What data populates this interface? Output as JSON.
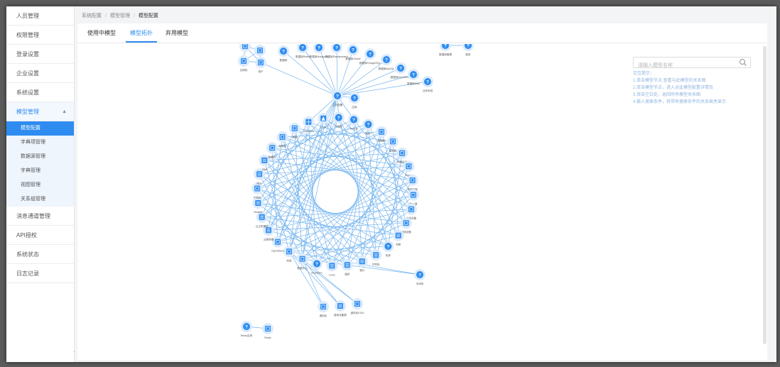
{
  "sidebar": {
    "items": [
      {
        "label": "人员管理"
      },
      {
        "label": "权限管理"
      },
      {
        "label": "登录设置"
      },
      {
        "label": "企业设置"
      },
      {
        "label": "系统设置"
      },
      {
        "label": "模型管理"
      },
      {
        "label": "消息通道管理"
      },
      {
        "label": "API授权"
      },
      {
        "label": "系统状态"
      },
      {
        "label": "日志记录"
      }
    ],
    "submenu": [
      {
        "label": "模型配置"
      },
      {
        "label": "字典项管理"
      },
      {
        "label": "数据源管理"
      },
      {
        "label": "字典管理"
      },
      {
        "label": "视图管理"
      },
      {
        "label": "关系组管理"
      }
    ],
    "collapse_icon": "chevron-left"
  },
  "breadcrumb": {
    "items": [
      "系统配置",
      "模型管理",
      "模型配置"
    ]
  },
  "tabs": [
    {
      "label": "使用中模型"
    },
    {
      "label": "模型拓扑"
    },
    {
      "label": "弃用模型"
    }
  ],
  "search": {
    "placeholder": "请输入模型名称"
  },
  "help": {
    "title": "交互提示：",
    "lines": [
      "1.单击模型节点,查看与此模型的关系图",
      "2.双击模型节点，进入对此模型配置详情页",
      "3.双击空白处，返回所有模型关系图",
      "4.输入搜索条件，将带有搜索条件的关系高亮显示"
    ]
  },
  "colors": {
    "accent": "#2e8cf0",
    "node": "#2d8cf0",
    "halo": "#dbeafc",
    "edge": "#74b4ef"
  },
  "graph": {
    "nodes": [
      {
        "id": "h",
        "icon": "question",
        "label": "主机配置"
      },
      {
        "id": "s0",
        "icon": "server",
        "label": ""
      },
      {
        "id": "s1",
        "icon": "cloud",
        "label": "存储"
      },
      {
        "id": "s2",
        "icon": "snowflake",
        "label": "交换机"
      },
      {
        "id": "s3",
        "icon": "users",
        "label": "用户"
      },
      {
        "id": "t0",
        "icon": "question",
        "label": "数据库"
      },
      {
        "id": "t1",
        "icon": "question",
        "label": "数据库Redis"
      },
      {
        "id": "t2",
        "icon": "question",
        "label": "数据库MongoDB"
      },
      {
        "id": "t3",
        "icon": "question",
        "label": "数据库Elasticsearch"
      },
      {
        "id": "t4",
        "icon": "question",
        "label": "数据库Oracle"
      },
      {
        "id": "t5",
        "icon": "question",
        "label": "数据库PostgreSQL"
      },
      {
        "id": "t6",
        "icon": "question",
        "label": "数据库MySQL"
      },
      {
        "id": "t7",
        "icon": "question",
        "label": "数据库SQLServer"
      },
      {
        "id": "t8",
        "icon": "question",
        "label": "数据库DB2"
      },
      {
        "id": "u0",
        "icon": "question",
        "label": "业务系统"
      },
      {
        "id": "u1",
        "icon": "question",
        "label": "应用"
      },
      {
        "id": "c0",
        "icon": "windows",
        "label": "Windows"
      },
      {
        "id": "c1",
        "icon": "linux",
        "label": "Linux"
      },
      {
        "id": "c2",
        "icon": "question",
        "label": "中间件"
      },
      {
        "id": "c3",
        "icon": "question",
        "label": "Tomcat"
      },
      {
        "id": "c4",
        "icon": "question",
        "label": "Nginx"
      },
      {
        "id": "c5",
        "icon": "server",
        "label": "物理机"
      },
      {
        "id": "c6",
        "icon": "monitor",
        "label": "虚拟机"
      },
      {
        "id": "c7",
        "icon": "database",
        "label": "存储设备"
      },
      {
        "id": "c8",
        "icon": "switch",
        "label": "Cisco"
      },
      {
        "id": "c9",
        "icon": "server",
        "label": "负载均衡"
      },
      {
        "id": "c10",
        "icon": "phone",
        "label": "防火墙"
      },
      {
        "id": "c11",
        "icon": "shield",
        "label": "安全设备"
      },
      {
        "id": "c12",
        "icon": "monitor",
        "label": "网络设备"
      },
      {
        "id": "c13",
        "icon": "grid",
        "label": "机柜"
      },
      {
        "id": "c14",
        "icon": "question",
        "label": "机房"
      },
      {
        "id": "c15",
        "icon": "doc",
        "label": "IP地址"
      },
      {
        "id": "c16",
        "icon": "list",
        "label": "端口"
      },
      {
        "id": "c17",
        "icon": "list",
        "label": "服务"
      },
      {
        "id": "c18",
        "icon": "doc",
        "label": "Linux"
      },
      {
        "id": "c19",
        "icon": "question",
        "label": "Bluestore"
      },
      {
        "id": "c20",
        "icon": "bank",
        "label": "数据中心"
      },
      {
        "id": "c21",
        "icon": "bank",
        "label": "机房"
      },
      {
        "id": "c22",
        "icon": "cloud",
        "label": "OpenStack"
      },
      {
        "id": "c23",
        "icon": "list",
        "label": "云服务器"
      },
      {
        "id": "c24",
        "icon": "doc",
        "label": "云主机硬件"
      },
      {
        "id": "c25",
        "icon": "list",
        "label": "Redhat"
      },
      {
        "id": "c26",
        "icon": "cloud",
        "label": "IP地址"
      },
      {
        "id": "c27",
        "icon": "doc",
        "label": "网卡"
      },
      {
        "id": "c28",
        "icon": "doc",
        "label": "IPMI"
      },
      {
        "id": "c29",
        "icon": "database",
        "label": "数据库"
      },
      {
        "id": "c30",
        "icon": "phone",
        "label": "存储卷"
      },
      {
        "id": "c31",
        "icon": "disk",
        "label": "硬盘"
      },
      {
        "id": "o0",
        "icon": "question",
        "label": "中间件"
      },
      {
        "id": "b0",
        "icon": "cloud",
        "label": "虚拟化"
      },
      {
        "id": "b1",
        "icon": "doc",
        "label": "虚拟化集群"
      },
      {
        "id": "b2",
        "icon": "disk",
        "label": "虚拟化ESXI"
      },
      {
        "id": "a0",
        "icon": "question",
        "label": "数据库管理"
      },
      {
        "id": "a1",
        "icon": "question",
        "label": "服务"
      },
      {
        "id": "d0",
        "icon": "question",
        "label": "Redis实例"
      },
      {
        "id": "d1",
        "icon": "share",
        "label": "Redis"
      }
    ]
  }
}
